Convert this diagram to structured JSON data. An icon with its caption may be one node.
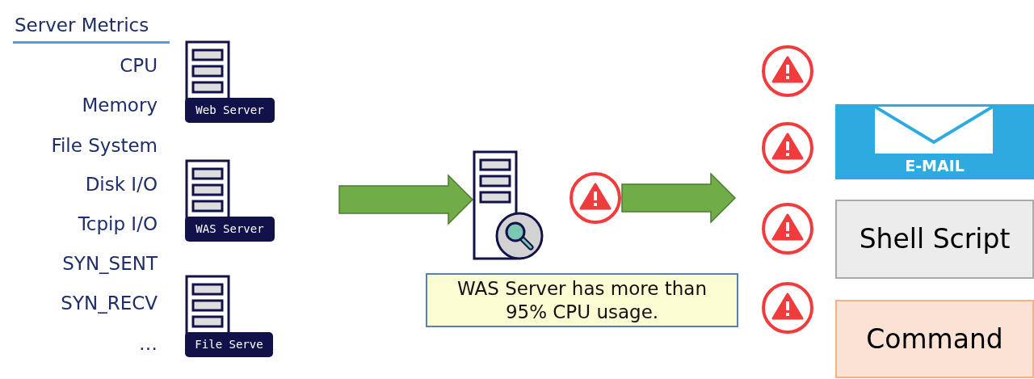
{
  "diagram": {
    "nodes": [
      {
        "text": [
          "Web Server"
        ]
      },
      {
        "text": [
          "WAS Server"
        ]
      },
      {
        "text": [
          "File Serve"
        ]
      },
      {
        "text": [],
        "shape": "box"
      },
      {
        "text": [],
        "shape": "circle"
      },
      {
        "text": [
          "WAS Server has more than 95% CPU usage."
        ]
      },
      {
        "text": [
          "E-MAIL"
        ]
      },
      {
        "text": [
          "Shell Script"
        ]
      },
      {
        "text": [
          "Command"
        ]
      }
    ],
    "edges": [
      {
        "from": null,
        "to": 3,
        "arrow": "to"
      },
      {
        "from": 4,
        "to": null,
        "arrow": "to"
      }
    ],
    "labels": [
      "Server Metrics",
      "CPU",
      "Memory",
      "File System",
      "Disk I/O",
      "Tcpip I/O",
      "SYN_SENT",
      "SYN_RECV",
      "…"
    ]
  }
}
